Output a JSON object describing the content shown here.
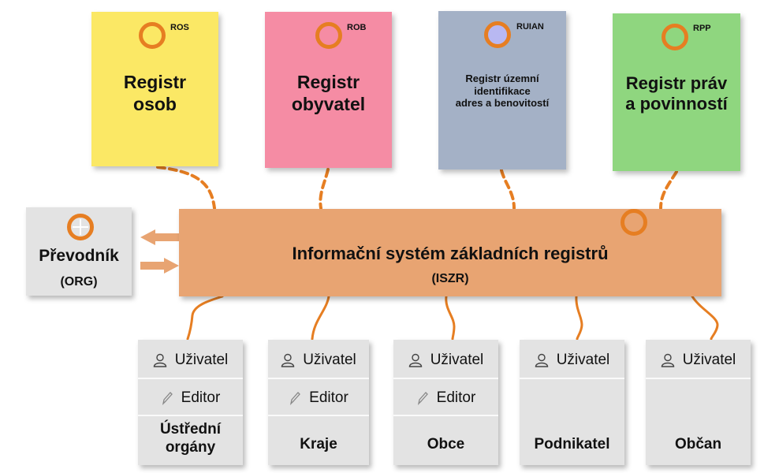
{
  "registries": [
    {
      "code": "ROS",
      "name": "Registr\nosob",
      "color": "#fbe865",
      "ring_fill": "none"
    },
    {
      "code": "ROB",
      "name": "Registr\nobyvatel",
      "color": "#f58ca4",
      "ring_fill": "none"
    },
    {
      "code": "RUIAN",
      "name": "Registr územní\nidentifikace\nadres a benovitostí",
      "color": "#a4b1c6",
      "ring_fill": "#b8b8f2"
    },
    {
      "code": "RPP",
      "name": "Registr práv\na povinností",
      "color": "#8fd67f",
      "ring_fill": "none"
    }
  ],
  "hub": {
    "name": "Informační systém základních registrů",
    "abbr": "(ISZR)",
    "color": "#e8a472"
  },
  "converter": {
    "name": "Převodník",
    "abbr": "(ORG)"
  },
  "roles": {
    "user": "Uživatel",
    "editor": "Editor"
  },
  "groups": [
    {
      "label": "Ústřední\norgány",
      "has_editor": true
    },
    {
      "label": "Kraje",
      "has_editor": true
    },
    {
      "label": "Obce",
      "has_editor": true
    },
    {
      "label": "Podnikatel",
      "has_editor": false
    },
    {
      "label": "Občan",
      "has_editor": false
    }
  ],
  "icons": {
    "user": "user-icon",
    "editor": "pencil-icon",
    "marker": "ring-icon",
    "arrow": "arrow-icon"
  },
  "accent": "#e67e22"
}
